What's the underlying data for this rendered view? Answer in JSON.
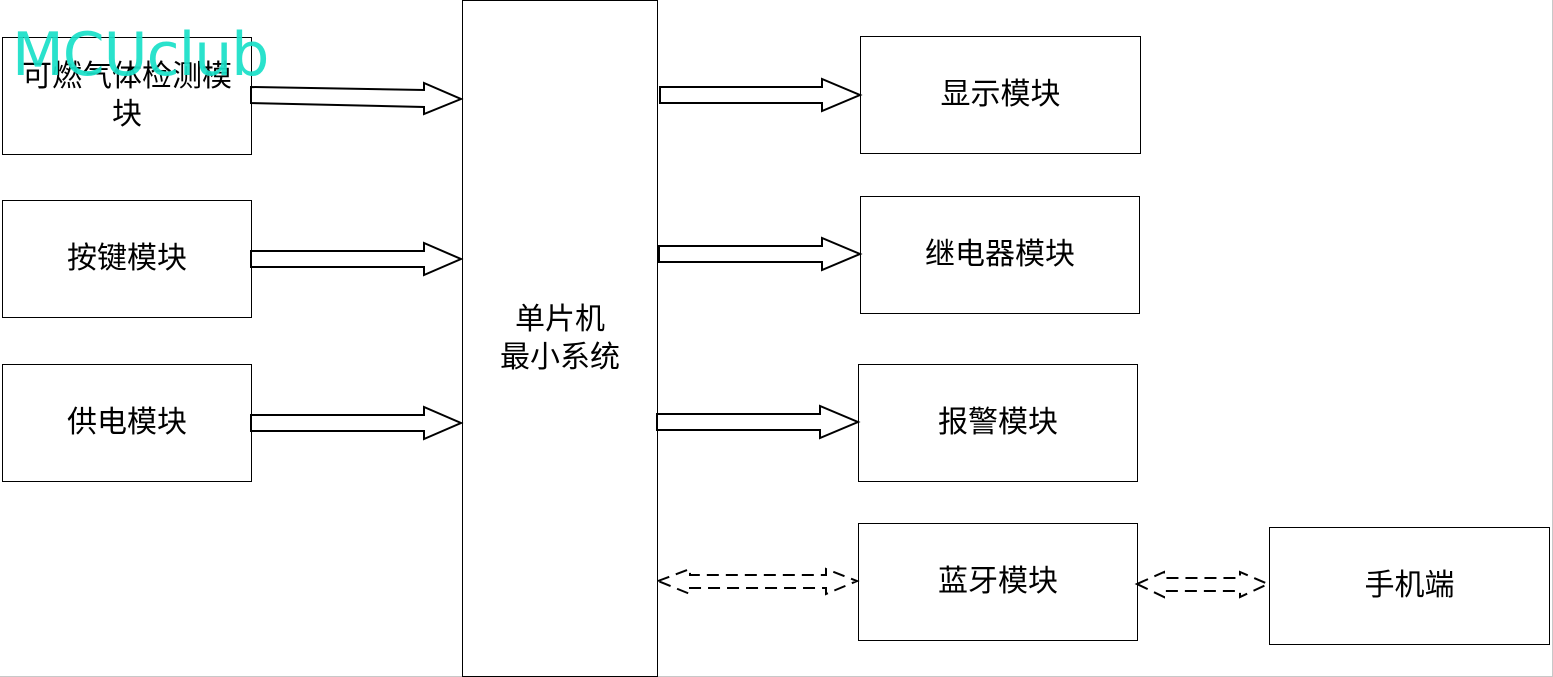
{
  "watermark": "MCUclub",
  "colors": {
    "line": "#000000",
    "background": "#ffffff",
    "watermark": "#19e0c8"
  },
  "blocks": {
    "gas_sensor": [
      "可燃气体检测模",
      "块"
    ],
    "keypad": "按键模块",
    "power": "供电模块",
    "mcu": [
      "单片机",
      "最小系统"
    ],
    "display": "显示模块",
    "relay": "继电器模块",
    "alarm": "报警模块",
    "bluetooth": "蓝牙模块",
    "phone": "手机端"
  },
  "connections": [
    {
      "from": "可燃气体检测模块",
      "to": "单片机最小系统",
      "style": "solid"
    },
    {
      "from": "按键模块",
      "to": "单片机最小系统",
      "style": "solid"
    },
    {
      "from": "供电模块",
      "to": "单片机最小系统",
      "style": "solid"
    },
    {
      "from": "单片机最小系统",
      "to": "显示模块",
      "style": "solid"
    },
    {
      "from": "单片机最小系统",
      "to": "继电器模块",
      "style": "solid"
    },
    {
      "from": "单片机最小系统",
      "to": "报警模块",
      "style": "solid"
    },
    {
      "from": "单片机最小系统",
      "to": "蓝牙模块",
      "style": "dashed-bidirectional"
    },
    {
      "from": "蓝牙模块",
      "to": "手机端",
      "style": "dashed-bidirectional"
    }
  ]
}
